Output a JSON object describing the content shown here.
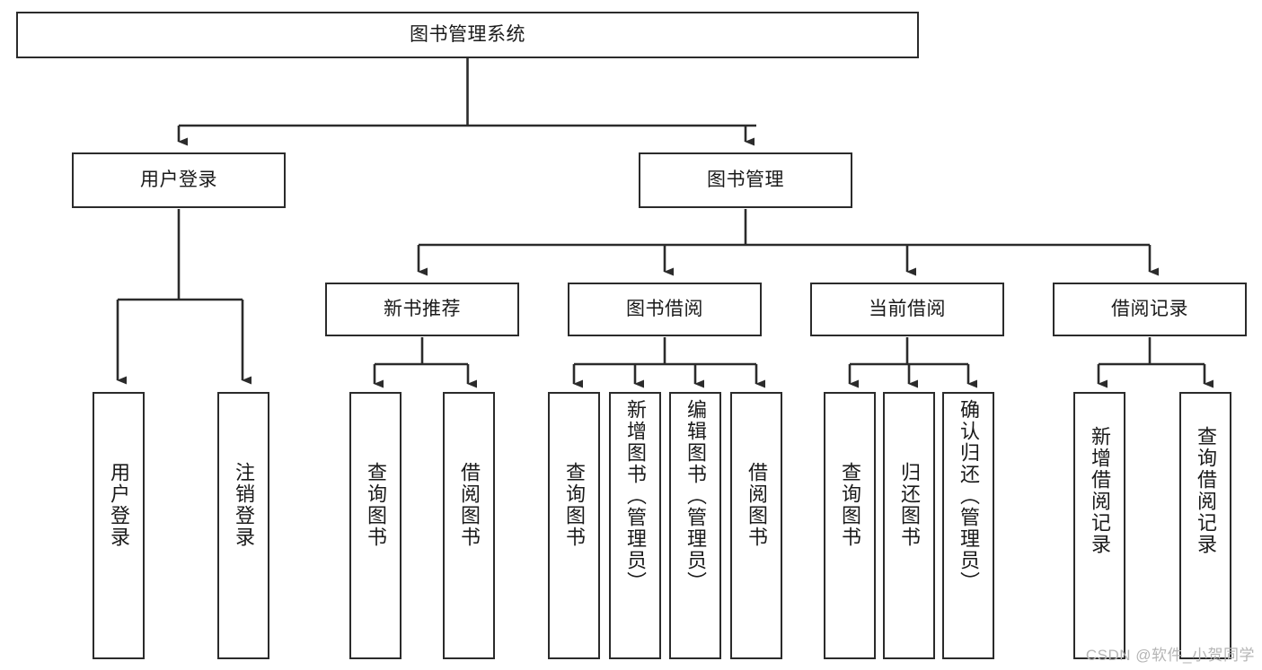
{
  "diagram": {
    "title": "图书管理系统",
    "type": "tree-hierarchy-diagram",
    "colors": {
      "box_border": "#2b2b2b",
      "box_fill": "#ffffff",
      "connector": "#2b2b2b",
      "text": "#1a1a1a",
      "watermark": "#b5b5b5"
    },
    "root": {
      "label": "图书管理系统"
    },
    "level2": [
      {
        "label": "用户登录"
      },
      {
        "label": "图书管理"
      }
    ],
    "level3": [
      {
        "label": "新书推荐"
      },
      {
        "label": "图书借阅"
      },
      {
        "label": "当前借阅"
      },
      {
        "label": "借阅记录"
      }
    ],
    "leaves": {
      "user_login": [
        {
          "label": "用户登录"
        },
        {
          "label": "注销登录"
        }
      ],
      "new_book_recommend": [
        {
          "label": "查询图书"
        },
        {
          "label": "借阅图书"
        }
      ],
      "book_borrow": [
        {
          "label": "查询图书"
        },
        {
          "label": "新增图书（管理员）"
        },
        {
          "label": "编辑图书（管理员）"
        },
        {
          "label": "借阅图书"
        }
      ],
      "current_borrow": [
        {
          "label": "查询图书"
        },
        {
          "label": "归还图书"
        },
        {
          "label": "确认归还（管理员）"
        }
      ],
      "borrow_records": [
        {
          "label": "新增借阅记录"
        },
        {
          "label": "查询借阅记录"
        }
      ]
    }
  },
  "watermark": {
    "text": "CSDN @软件_小贺同学"
  }
}
